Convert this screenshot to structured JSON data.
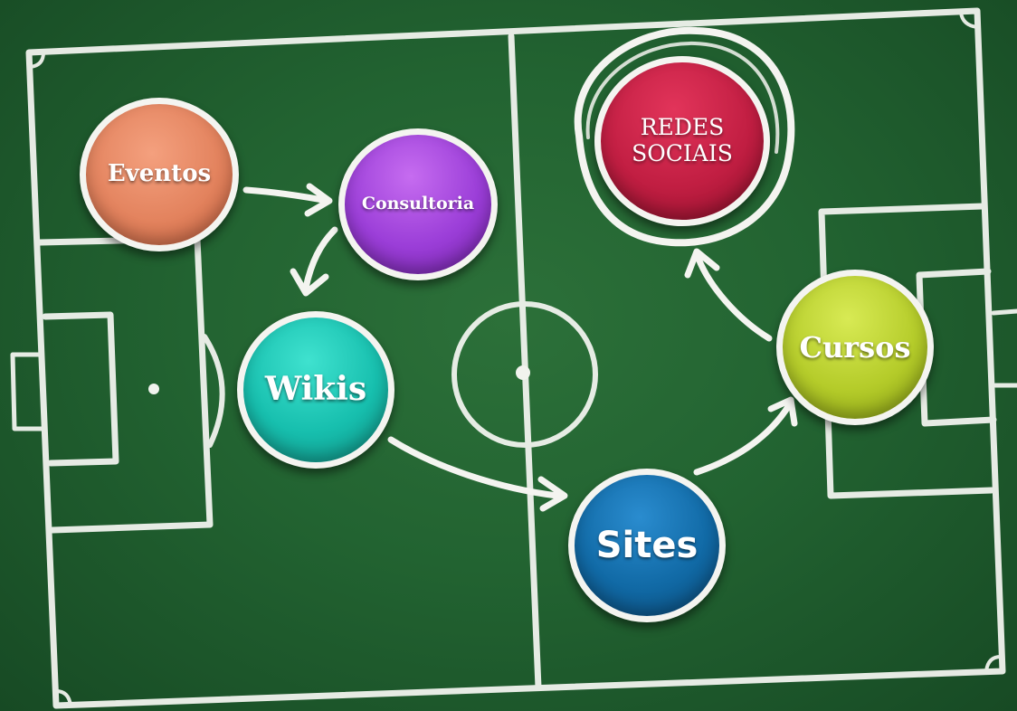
{
  "nodes": {
    "eventos": "Eventos",
    "consultoria": "Consultoria",
    "redes_line1": "REDES",
    "redes_line2": "SOCIAIS",
    "wikis": "Wikis",
    "cursos": "Cursos",
    "sites": "Sites"
  },
  "colors": {
    "field": "#226331",
    "chalk": "#f4f4f0",
    "eventos": "#e3835e",
    "consultoria": "#9b3ed8",
    "redes": "#c11e42",
    "wikis": "#17bfae",
    "cursos": "#b5cc2a",
    "sites": "#116aa6"
  }
}
